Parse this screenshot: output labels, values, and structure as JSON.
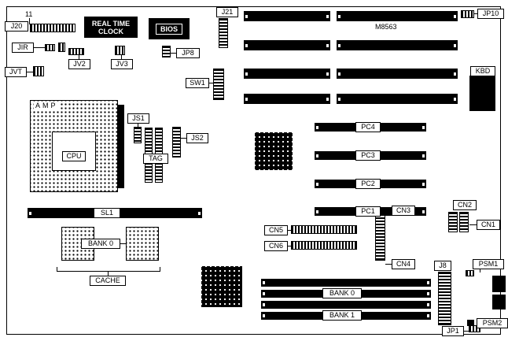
{
  "labels": {
    "pin11": "11",
    "j20": "J20",
    "jir": "JIR",
    "jvt": "JVT",
    "jv2": "JV2",
    "jv3": "JV3",
    "rtc_line1": "REAL TIME",
    "rtc_line2": "CLOCK",
    "bios": "BIOS",
    "jp8": "JP8",
    "j21": "J21",
    "sw1": "SW1",
    "jp10": "JP10",
    "m8563": "M8563",
    "kbd": "KBD",
    "amp": "AMP",
    "cpu": "CPU",
    "js1": "JS1",
    "tag": "TAG",
    "js2": "JS2",
    "sl1": "SL1",
    "bank0_cache": "BANK 0",
    "cache": "CACHE",
    "pc4": "PC4",
    "pc3": "PC3",
    "pc2": "PC2",
    "pc1": "PC1",
    "cn3": "CN3",
    "cn5": "CN5",
    "cn6": "CN6",
    "cn4": "CN4",
    "cn2": "CN2",
    "cn1": "CN1",
    "j8": "J8",
    "psm1": "PSM1",
    "bank0_simm": "BANK 0",
    "bank1_simm": "BANK 1",
    "jp1": "JP1",
    "psm2": "PSM2"
  },
  "colors": {
    "component": "#000000",
    "background": "#ffffff"
  }
}
